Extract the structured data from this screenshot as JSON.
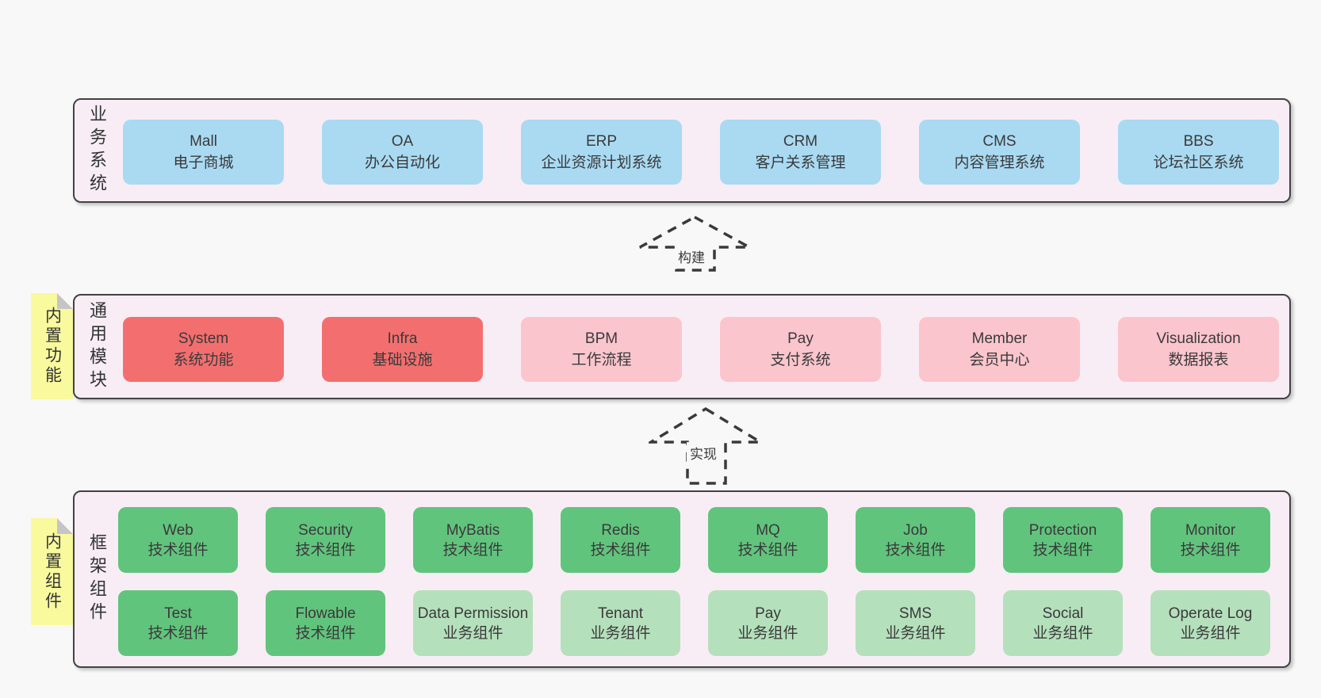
{
  "layers": {
    "business": {
      "label": "业务系统",
      "boxes": [
        {
          "title": "Mall",
          "subtitle": "电子商城"
        },
        {
          "title": "OA",
          "subtitle": "办公自动化"
        },
        {
          "title": "ERP",
          "subtitle": "企业资源计划系统"
        },
        {
          "title": "CRM",
          "subtitle": "客户关系管理"
        },
        {
          "title": "CMS",
          "subtitle": "内容管理系统"
        },
        {
          "title": "BBS",
          "subtitle": "论坛社区系统"
        }
      ]
    },
    "modules": {
      "label": "通用模块",
      "sticky": "内置功能",
      "boxes": [
        {
          "title": "System",
          "subtitle": "系统功能"
        },
        {
          "title": "Infra",
          "subtitle": "基础设施"
        },
        {
          "title": "BPM",
          "subtitle": "工作流程"
        },
        {
          "title": "Pay",
          "subtitle": "支付系统"
        },
        {
          "title": "Member",
          "subtitle": "会员中心"
        },
        {
          "title": "Visualization",
          "subtitle": "数据报表"
        }
      ]
    },
    "components": {
      "label": "框架组件",
      "sticky": "内置组件",
      "row1": [
        {
          "title": "Web",
          "subtitle": "技术组件"
        },
        {
          "title": "Security",
          "subtitle": "技术组件"
        },
        {
          "title": "MyBatis",
          "subtitle": "技术组件"
        },
        {
          "title": "Redis",
          "subtitle": "技术组件"
        },
        {
          "title": "MQ",
          "subtitle": "技术组件"
        },
        {
          "title": "Job",
          "subtitle": "技术组件"
        },
        {
          "title": "Protection",
          "subtitle": "技术组件"
        },
        {
          "title": "Monitor",
          "subtitle": "技术组件"
        }
      ],
      "row2": [
        {
          "title": "Test",
          "subtitle": "技术组件"
        },
        {
          "title": "Flowable",
          "subtitle": "技术组件"
        },
        {
          "title": "Data Permission",
          "subtitle": "业务组件"
        },
        {
          "title": "Tenant",
          "subtitle": "业务组件"
        },
        {
          "title": "Pay",
          "subtitle": "业务组件"
        },
        {
          "title": "SMS",
          "subtitle": "业务组件"
        },
        {
          "title": "Social",
          "subtitle": "业务组件"
        },
        {
          "title": "Operate Log",
          "subtitle": "业务组件"
        }
      ]
    }
  },
  "arrows": [
    {
      "label": "构建"
    },
    {
      "label": "实现"
    }
  ],
  "colors": {
    "page_background": "#f8f8f8",
    "panel_background": "#f8edf5",
    "panel_border": "#424242",
    "business_box": "#a9daf2",
    "core_module_box": "#f36f6f",
    "optional_module_box": "#fbc5ce",
    "tech_component_box": "#61c47d",
    "biz_component_box": "#b5e0bc",
    "sticky_note": "#f9f99e",
    "sticky_fold": "#c5c5c5",
    "text": "#3a3a3a"
  }
}
